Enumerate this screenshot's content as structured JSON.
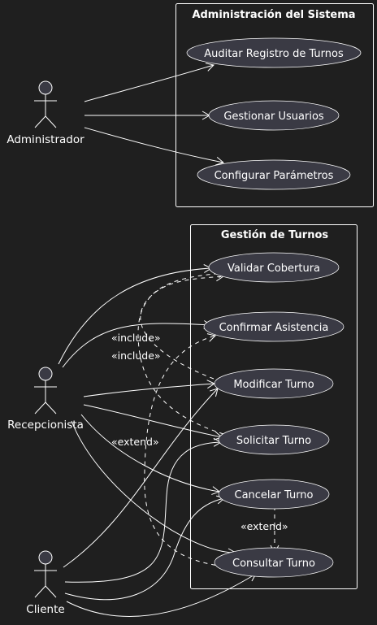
{
  "diagram": {
    "type": "use-case",
    "packages": [
      {
        "id": "admin",
        "title": "Administración del Sistema",
        "use_cases": [
          {
            "id": "auditar",
            "label": "Auditar Registro de Turnos"
          },
          {
            "id": "gestionar",
            "label": "Gestionar Usuarios"
          },
          {
            "id": "configurar",
            "label": "Configurar Parámetros"
          }
        ]
      },
      {
        "id": "turnos",
        "title": "Gestión de Turnos",
        "use_cases": [
          {
            "id": "validar",
            "label": "Validar Cobertura"
          },
          {
            "id": "confirmar",
            "label": "Confirmar Asistencia"
          },
          {
            "id": "modificar",
            "label": "Modificar Turno"
          },
          {
            "id": "solicitar",
            "label": "Solicitar Turno"
          },
          {
            "id": "cancelar",
            "label": "Cancelar Turno"
          },
          {
            "id": "consultar",
            "label": "Consultar Turno"
          }
        ]
      }
    ],
    "actors": [
      {
        "id": "administrador",
        "label": "Administrador"
      },
      {
        "id": "recepcionista",
        "label": "Recepcionista"
      },
      {
        "id": "cliente",
        "label": "Cliente"
      }
    ],
    "associations": [
      {
        "from": "administrador",
        "to": "auditar"
      },
      {
        "from": "administrador",
        "to": "gestionar"
      },
      {
        "from": "administrador",
        "to": "configurar"
      },
      {
        "from": "recepcionista",
        "to": "validar"
      },
      {
        "from": "recepcionista",
        "to": "confirmar"
      },
      {
        "from": "recepcionista",
        "to": "modificar"
      },
      {
        "from": "recepcionista",
        "to": "solicitar"
      },
      {
        "from": "recepcionista",
        "to": "cancelar"
      },
      {
        "from": "recepcionista",
        "to": "consultar"
      },
      {
        "from": "cliente",
        "to": "modificar"
      },
      {
        "from": "cliente",
        "to": "solicitar"
      },
      {
        "from": "cliente",
        "to": "cancelar"
      },
      {
        "from": "cliente",
        "to": "consultar"
      }
    ],
    "dependencies": [
      {
        "from": "modificar",
        "to": "validar",
        "stereotype": "«include»"
      },
      {
        "from": "solicitar",
        "to": "validar",
        "stereotype": "«include»"
      },
      {
        "from": "consultar",
        "to": "confirmar",
        "stereotype": "«extend»"
      },
      {
        "from": "cancelar",
        "to": "consultar",
        "stereotype": "«extend»"
      }
    ],
    "colors": {
      "background": "#1f1f1f",
      "foreground": "#ffffff",
      "use_case_fill": "#3a3a44"
    }
  }
}
